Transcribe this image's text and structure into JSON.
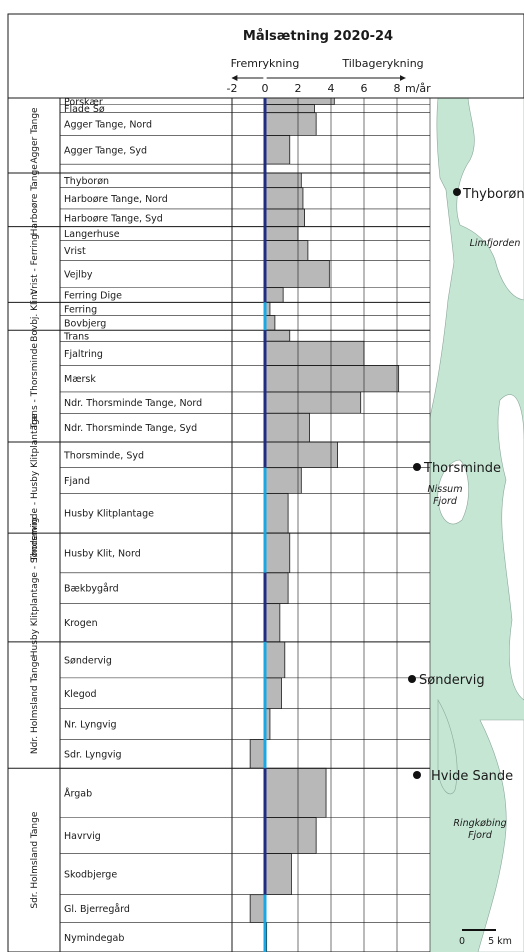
{
  "colors": {
    "bar": "#b8b8b8",
    "sea": "#c6e6d4",
    "land": "#ffffff",
    "line_regulation": "#1f2d80",
    "line_nourishment": "#1aa8e2",
    "grid": "#1a1a1a"
  },
  "chart_data": {
    "type": "bar",
    "orientation": "horizontal",
    "title": "Målsætning 2020-24",
    "direction_labels": {
      "left": "Fremrykning",
      "right": "Tilbagerykning"
    },
    "unit": "m/år",
    "xlim": [
      -2,
      10
    ],
    "x_ticks": [
      -2,
      0,
      2,
      4,
      6,
      8
    ],
    "grid": true,
    "groups": [
      {
        "name": "Agger Tange",
        "rows": [
          {
            "name": "Porskær",
            "value": 4.2,
            "line": "regulation",
            "span": 0.45
          },
          {
            "name": "Flade Sø",
            "value": 3.0,
            "line": "regulation",
            "span": 0.55
          },
          {
            "name": "Agger Tange, Nord",
            "value": 3.1,
            "line": "regulation",
            "span": 1.55
          },
          {
            "name": "Agger Tange, Syd",
            "value": 1.5,
            "line": "regulation",
            "span": 1.95
          },
          {
            "name": "",
            "value": 0,
            "line": "regulation",
            "span": 0.6
          }
        ]
      },
      {
        "name": "Harboøre Tange",
        "rows": [
          {
            "name": "Thyborøn",
            "value": 2.2,
            "line": "regulation",
            "span": 1.0
          },
          {
            "name": "Harboøre Tange, Nord",
            "value": 2.3,
            "line": "regulation",
            "span": 1.45
          },
          {
            "name": "Harboøre Tange, Syd",
            "value": 2.4,
            "line": "regulation",
            "span": 1.2
          }
        ]
      },
      {
        "name": "Vrist - Ferring",
        "rows": [
          {
            "name": "Langerhuse",
            "value": 2.0,
            "line": "regulation",
            "span": 0.95
          },
          {
            "name": "Vrist",
            "value": 2.6,
            "line": "regulation",
            "span": 1.35
          },
          {
            "name": "Vejlby",
            "value": 3.9,
            "line": "regulation",
            "span": 1.85
          },
          {
            "name": "Ferring Dige",
            "value": 1.1,
            "line": "regulation",
            "span": 1.0
          }
        ]
      },
      {
        "name": "Bovbj. Klint",
        "rows": [
          {
            "name": "Ferring",
            "value": 0.3,
            "line": "nourishment",
            "span": 0.9
          },
          {
            "name": "Bovbjerg",
            "value": 0.6,
            "line": "nourishment",
            "span": 1.0
          }
        ]
      },
      {
        "name": "Trans - Thorsminde",
        "rows": [
          {
            "name": "Trans",
            "value": 1.5,
            "line": "regulation",
            "span": 0.75
          },
          {
            "name": "Fjaltring",
            "value": 6.0,
            "line": "regulation",
            "span": 1.65
          },
          {
            "name": "Mærsk",
            "value": 8.1,
            "line": "regulation",
            "span": 1.8
          },
          {
            "name": "Ndr. Thorsminde Tange, Nord",
            "value": 5.8,
            "line": "regulation",
            "span": 1.45
          },
          {
            "name": "Ndr. Thorsminde Tange, Syd",
            "value": 2.7,
            "line": "regulation",
            "span": 1.95
          }
        ]
      },
      {
        "name": "Thorsminde - Husby Klitplantage",
        "rows": [
          {
            "name": "Thorsminde, Syd",
            "value": 4.4,
            "line": "regulation",
            "span": 1.75
          },
          {
            "name": "Fjand",
            "value": 2.2,
            "line": "nourishment",
            "span": 1.75
          },
          {
            "name": "Husby Klitplantage",
            "value": 1.4,
            "line": "nourishment",
            "span": 2.7
          }
        ]
      },
      {
        "name": "Husby Klitplantage - Søndervig",
        "rows": [
          {
            "name": "Husby Klit, Nord",
            "value": 1.5,
            "line": "nourishment",
            "span": 2.7
          },
          {
            "name": "Bækbygård",
            "value": 1.4,
            "line": "regulation",
            "span": 2.1
          },
          {
            "name": "Krogen",
            "value": 0.9,
            "line": "regulation",
            "span": 2.6
          }
        ]
      },
      {
        "name": "Ndr. Holmsland Tange",
        "rows": [
          {
            "name": "Søndervig",
            "value": 1.2,
            "line": "nourishment",
            "span": 2.45
          },
          {
            "name": "Klegod",
            "value": 1.0,
            "line": "nourishment",
            "span": 2.1
          },
          {
            "name": "Nr. Lyngvig",
            "value": 0.3,
            "line": "nourishment",
            "span": 2.1
          },
          {
            "name": "Sdr. Lyngvig",
            "value": -0.9,
            "line": "nourishment",
            "span": 1.95
          }
        ]
      },
      {
        "name": "Sdr. Holmsland Tange",
        "rows": [
          {
            "name": "Årgab",
            "value": 3.7,
            "line": "regulation",
            "span": 3.35
          },
          {
            "name": "Havrvig",
            "value": 3.1,
            "line": "regulation",
            "span": 2.45
          },
          {
            "name": "Skodbjerge",
            "value": 1.6,
            "line": "regulation",
            "span": 2.8
          },
          {
            "name": "Gl. Bjerregård",
            "value": -0.9,
            "line": "nourishment",
            "span": 1.9
          },
          {
            "name": "Nymindegab",
            "value": 0.1,
            "line": "nourishment",
            "span": 2.0
          }
        ]
      }
    ]
  },
  "map": {
    "towns": [
      "Thyborøn",
      "Thorsminde",
      "Søndervig",
      "Hvide Sande"
    ],
    "waters": [
      "Limfjorden",
      "Nissum\nFjord",
      "Ringkøbing\nFjord"
    ],
    "scale": {
      "start": "0",
      "end": "5 km"
    }
  }
}
